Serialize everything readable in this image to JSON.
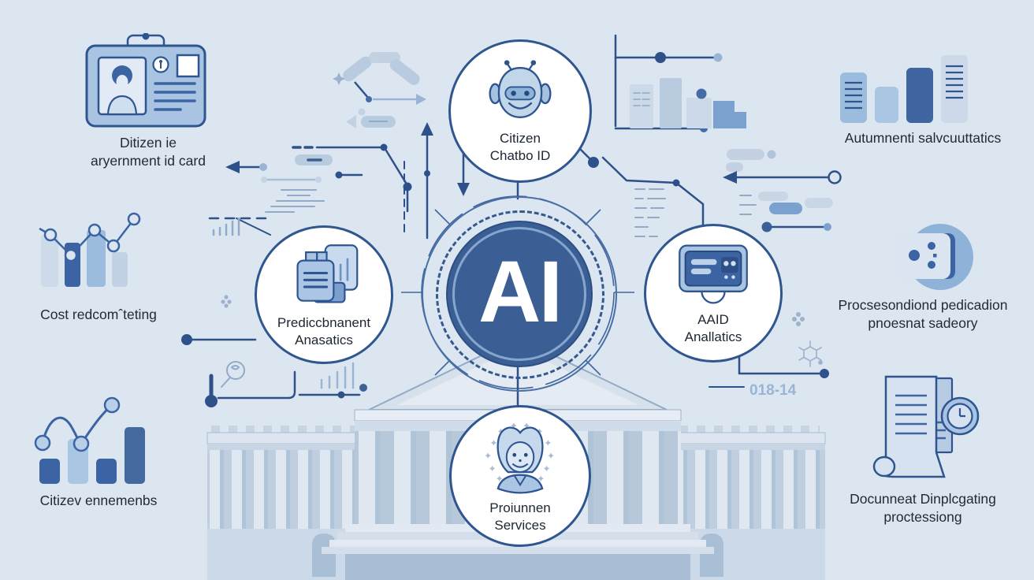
{
  "diagram": {
    "center": {
      "label": "AI"
    },
    "nodes": {
      "chatbot": {
        "line1": "Citizen",
        "line2": "Chatbo ID"
      },
      "predictive": {
        "line1": "Prediccbnanent",
        "line2": "Anasatics"
      },
      "aaid": {
        "line1": "AAID",
        "line2": "Anallatics"
      },
      "services": {
        "line1": "Proiunnen",
        "line2": "Services"
      }
    },
    "items": {
      "id_card": {
        "line1": "Ditizen ie",
        "line2": "aryernment id card"
      },
      "automation": {
        "line1": "Autumnenti salvcuuttatics",
        "line2": ""
      },
      "cost": {
        "line1": "Cost redcomˆteting",
        "line2": ""
      },
      "prediction": {
        "line1": "Procsesondiond pedicadion",
        "line2": "pnoesnat sadeory"
      },
      "citizen": {
        "line1": "Citizev ennemenbs",
        "line2": ""
      },
      "document": {
        "line1": "Docunneat Dinplcgating",
        "line2": "proctessiong"
      }
    },
    "decorations": {
      "code_text": "018-14"
    },
    "colors": {
      "background": "#dce6f1",
      "primary": "#3b5f94",
      "line": "#2e5189",
      "light_blue": "#a9c4e1",
      "pale_blue": "#ccd9e8",
      "text": "#1d2633",
      "white": "#ffffff"
    }
  }
}
